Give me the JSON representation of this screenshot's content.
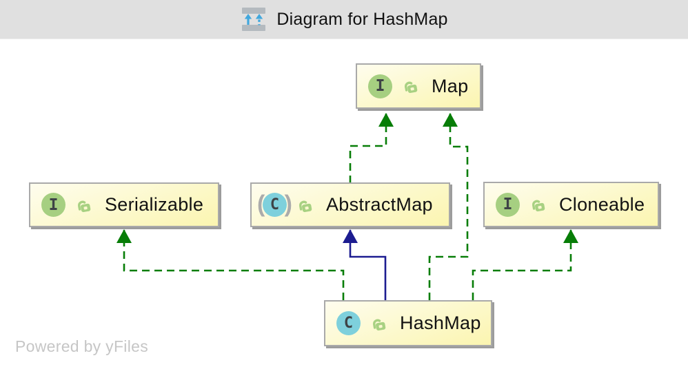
{
  "window": {
    "title": "Diagram for HashMap",
    "title_icon": "diagram-hierarchy-icon"
  },
  "branding": {
    "watermark": "Powered by yFiles"
  },
  "diagram": {
    "icon_letters": {
      "interface": "I",
      "class": "C"
    },
    "abstract_decor": {
      "open": "(",
      "close": ")"
    },
    "nodes": [
      {
        "id": "map",
        "label": "Map",
        "kind": "interface",
        "visibility": "public"
      },
      {
        "id": "serializable",
        "label": "Serializable",
        "kind": "interface",
        "visibility": "public"
      },
      {
        "id": "abstractmap",
        "label": "AbstractMap",
        "kind": "abstract-class",
        "visibility": "public"
      },
      {
        "id": "cloneable",
        "label": "Cloneable",
        "kind": "interface",
        "visibility": "public"
      },
      {
        "id": "hashmap",
        "label": "HashMap",
        "kind": "class",
        "visibility": "public"
      }
    ],
    "edges": [
      {
        "from": "AbstractMap",
        "to": "Map",
        "relation": "implements",
        "style": "green-dashed"
      },
      {
        "from": "HashMap",
        "to": "Map",
        "relation": "implements",
        "style": "green-dashed"
      },
      {
        "from": "HashMap",
        "to": "AbstractMap",
        "relation": "extends",
        "style": "navy-solid"
      },
      {
        "from": "HashMap",
        "to": "Serializable",
        "relation": "implements",
        "style": "green-dashed"
      },
      {
        "from": "HashMap",
        "to": "Cloneable",
        "relation": "implements",
        "style": "green-dashed"
      }
    ]
  },
  "colors": {
    "header_bg": "#e0e0e0",
    "title_color": "#111111",
    "edge_implements": "#077d07",
    "edge_extends": "#1c1c90",
    "node_fill_top": "#fefdee",
    "node_fill_bottom": "#fbf5b0",
    "node_border": "#a9a9a9",
    "node_shadow": "#9c9c9c",
    "node_label": "#121212",
    "badge_interface": "#a6cf81",
    "badge_class": "#7ed0dc",
    "badge_letter": "#3e4346",
    "lock_green": "#a8d182",
    "paren_gray": "#ababab",
    "icon_bar": "#b4babf",
    "icon_arrow": "#41a8de",
    "watermark_color": "#c6c6c6"
  }
}
